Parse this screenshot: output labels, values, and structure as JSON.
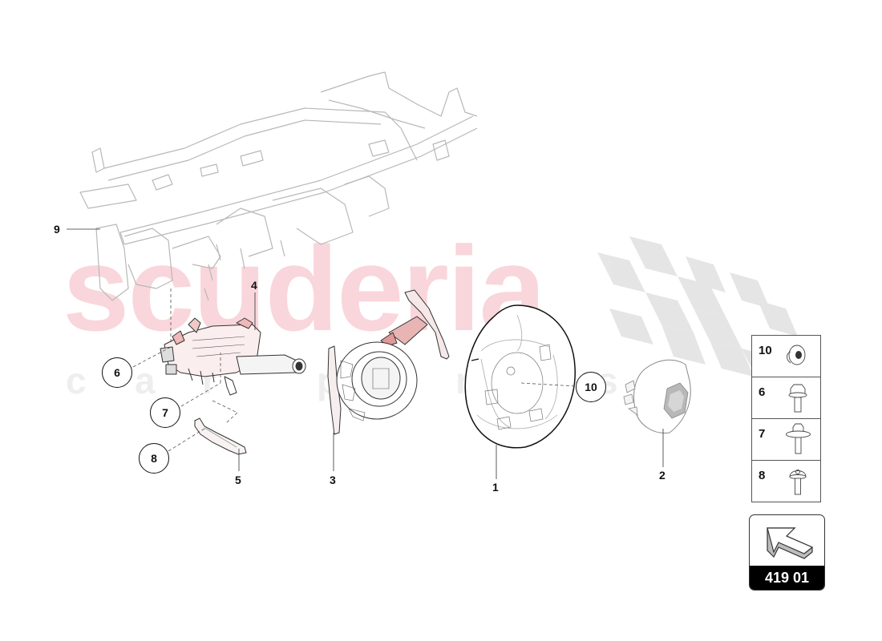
{
  "diagram": {
    "type": "exploded-parts-diagram",
    "subject": "steering column, steering wheel and airbag assembly",
    "watermark": {
      "primary": "scuderia",
      "secondary": [
        "c",
        "a",
        "r",
        "p",
        "a",
        "r",
        "t",
        "s"
      ],
      "primary_color": "#f7c9cf"
    },
    "callouts": [
      {
        "id": "1",
        "label": "1",
        "part": "steering-wheel",
        "style": "plain"
      },
      {
        "id": "2",
        "label": "2",
        "part": "driver-airbag",
        "style": "plain"
      },
      {
        "id": "3",
        "label": "3",
        "part": "clock-spring-with-shift-paddles",
        "style": "plain"
      },
      {
        "id": "4",
        "label": "4",
        "part": "steering-column",
        "style": "plain"
      },
      {
        "id": "5",
        "label": "5",
        "part": "bracket",
        "style": "plain"
      },
      {
        "id": "6",
        "label": "6",
        "part": "hex-flange-bolt",
        "style": "circled"
      },
      {
        "id": "7",
        "label": "7",
        "part": "hex-washer-bolt",
        "style": "circled"
      },
      {
        "id": "8",
        "label": "8",
        "part": "torx-button-bolt",
        "style": "circled"
      },
      {
        "id": "9",
        "label": "9",
        "part": "cross-car-beam",
        "style": "plain"
      },
      {
        "id": "10",
        "label": "10",
        "part": "screw",
        "style": "circled"
      }
    ],
    "fastener_legend": [
      {
        "label": "10",
        "icon": "torx-screw-icon"
      },
      {
        "label": "6",
        "icon": "hex-flange-bolt-icon"
      },
      {
        "label": "7",
        "icon": "hex-washer-bolt-icon"
      },
      {
        "label": "8",
        "icon": "torx-button-bolt-icon"
      }
    ],
    "reference": {
      "code": "419 01",
      "icon": "arrow-up-left-3d-icon"
    }
  }
}
